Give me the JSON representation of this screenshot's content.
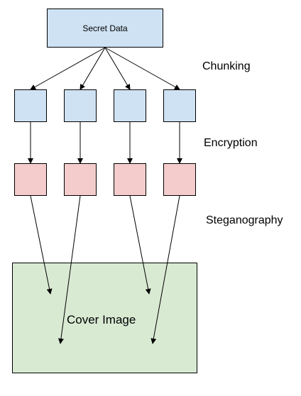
{
  "diagram": {
    "colors": {
      "secret_fill": "#cfe2f3",
      "chunk_fill": "#cfe2f3",
      "encrypted_fill": "#f4cccc",
      "cover_fill": "#d9ead3",
      "stroke": "#000000"
    },
    "secret": {
      "label": "Secret Data"
    },
    "stages": {
      "chunking": "Chunking",
      "encryption": "Encryption",
      "steganography": "Steganography"
    },
    "chunks": [
      {
        "id": "chunk-1"
      },
      {
        "id": "chunk-2"
      },
      {
        "id": "chunk-3"
      },
      {
        "id": "chunk-4"
      }
    ],
    "encrypted_chunks": [
      {
        "id": "encrypted-chunk-1"
      },
      {
        "id": "encrypted-chunk-2"
      },
      {
        "id": "encrypted-chunk-3"
      },
      {
        "id": "encrypted-chunk-4"
      }
    ],
    "cover": {
      "label": "Cover Image"
    }
  }
}
